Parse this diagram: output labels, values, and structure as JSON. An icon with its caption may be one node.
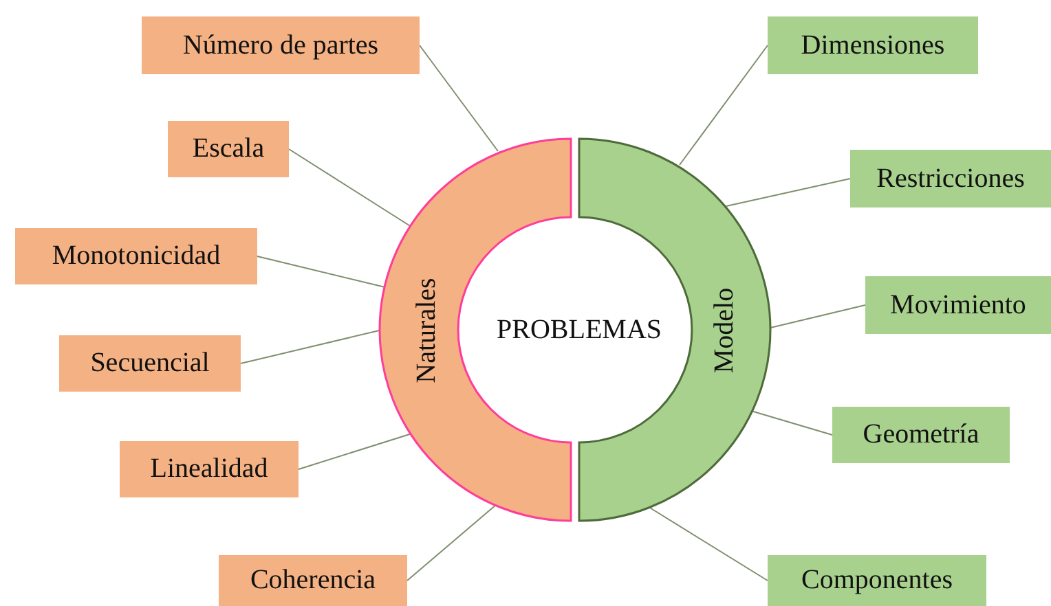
{
  "diagram": {
    "nodes": [
      {
        "text": [
          "PROBLEMAS"
        ]
      },
      {
        "text": [
          "Naturales"
        ]
      },
      {
        "text": [
          "Modelo"
        ]
      },
      {
        "text": [
          "Número de partes"
        ]
      },
      {
        "text": [
          "Escala"
        ]
      },
      {
        "text": [
          "Monotonicidad"
        ]
      },
      {
        "text": [
          "Secuencial"
        ]
      },
      {
        "text": [
          "Linealidad"
        ]
      },
      {
        "text": [
          "Coherencia"
        ]
      },
      {
        "text": [
          "Dimensiones"
        ]
      },
      {
        "text": [
          "Restricciones"
        ]
      },
      {
        "text": [
          "Movimiento"
        ]
      },
      {
        "text": [
          "Geometría"
        ]
      },
      {
        "text": [
          "Componentes"
        ]
      }
    ],
    "edges": [
      {
        "from": 3,
        "to": 1,
        "arrow": "none"
      },
      {
        "from": 4,
        "to": 1,
        "arrow": "none"
      },
      {
        "from": 5,
        "to": 1,
        "arrow": "none"
      },
      {
        "from": 6,
        "to": 1,
        "arrow": "none"
      },
      {
        "from": 7,
        "to": 1,
        "arrow": "none"
      },
      {
        "from": 8,
        "to": 1,
        "arrow": "none"
      },
      {
        "from": 9,
        "to": 2,
        "arrow": "none"
      },
      {
        "from": 10,
        "to": 2,
        "arrow": "none"
      },
      {
        "from": 11,
        "to": 2,
        "arrow": "none"
      },
      {
        "from": 12,
        "to": 2,
        "arrow": "none"
      },
      {
        "from": 13,
        "to": 2,
        "arrow": "none"
      }
    ]
  }
}
